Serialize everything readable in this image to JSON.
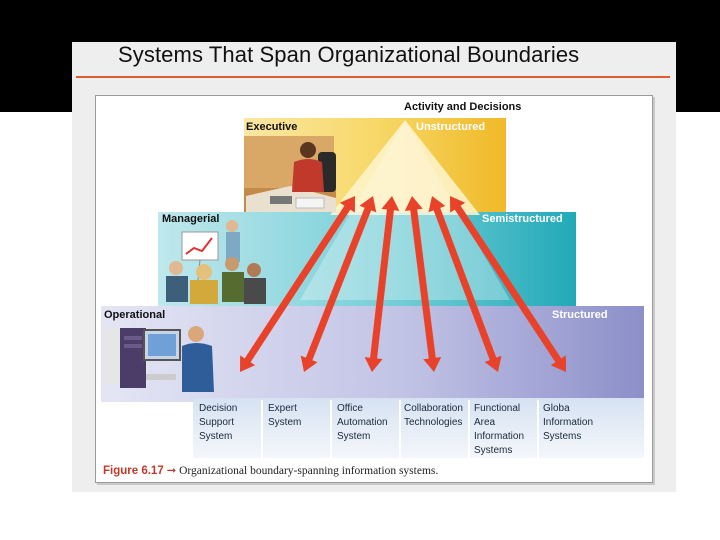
{
  "slide": {
    "title": "Systems That Span Organizational Boundaries"
  },
  "diagram": {
    "header": "Activity and Decisions",
    "levels": [
      {
        "name": "Executive",
        "decision": "Unstructured"
      },
      {
        "name": "Managerial",
        "decision": "Semistructured"
      },
      {
        "name": "Operational",
        "decision": "Structured"
      }
    ],
    "systems": [
      {
        "lines": [
          "Decision",
          "Support",
          "System"
        ]
      },
      {
        "lines": [
          "Expert",
          "System"
        ]
      },
      {
        "lines": [
          "Office",
          "Automation",
          "System"
        ]
      },
      {
        "lines": [
          "Collaboration",
          "Technologies"
        ]
      },
      {
        "lines": [
          "Functional",
          "Area",
          "Information",
          "Systems"
        ]
      },
      {
        "lines": [
          "Globa",
          "Information",
          "Systems"
        ]
      }
    ],
    "colors": {
      "executive": "#f2c12e",
      "managerial": "#35b7c4",
      "operational": "#9a9ccf",
      "arrow": "#e8432a"
    }
  },
  "caption": {
    "figure": "Figure 6.17",
    "text": "Organizational boundary-spanning information systems."
  }
}
